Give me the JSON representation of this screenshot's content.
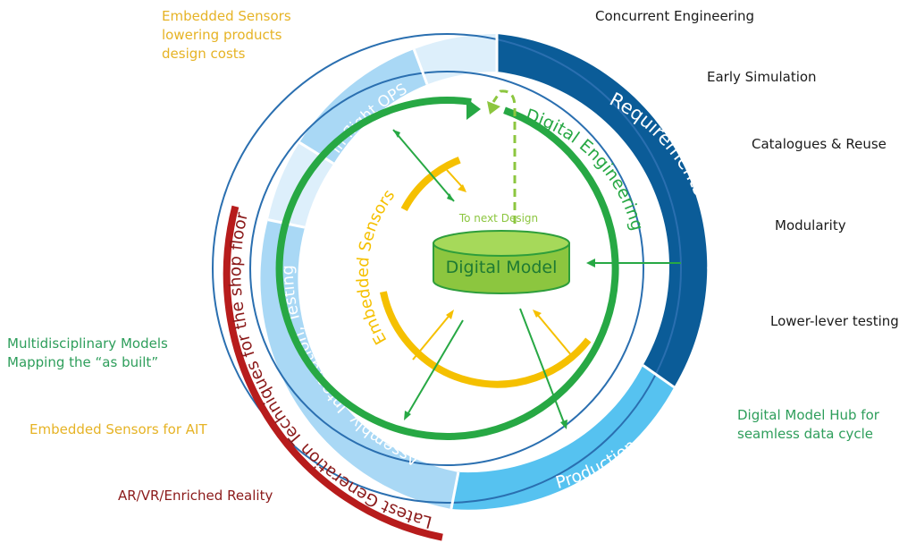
{
  "colors": {
    "dark_blue": "#0b5c98",
    "mid_blue": "#56c2f0",
    "light_blue": "#a9d8f5",
    "pale_blue": "#ddeffb",
    "green": "#27a844",
    "light_green": "#8cc63f",
    "yellow": "#f5c000",
    "dark_red": "#b71c1c"
  },
  "ring": {
    "requirements_design": "Requirements & Design",
    "production": "Production",
    "assembly_integration_testing": "Assembly, Integration, Testing",
    "inflight_ops": "In-flight OPS"
  },
  "inner": {
    "digital_engineering": "Digital Engineering",
    "embedded_sensors": "Embedded Sensors",
    "to_next_design": "To next Design",
    "digital_model": "Digital Model"
  },
  "outer_arc": "Latest Generation Techniques for the shop floor",
  "left_labels": {
    "embedded_costs": [
      "Embedded Sensors",
      "lowering products",
      "design costs"
    ],
    "multidisciplinary": [
      "Multidisciplinary Models",
      "Mapping the “as built”"
    ],
    "embedded_ait": "Embedded Sensors for AIT",
    "ar_vr": "AR/VR/Enriched Reality"
  },
  "right_labels": {
    "concurrent": "Concurrent Engineering",
    "early_simulation": "Early Simulation",
    "catalogues": "Catalogues & Reuse",
    "modularity": "Modularity",
    "lower_testing": "Lower-lever testing",
    "hub": [
      "Digital Model Hub for",
      "seamless data cycle"
    ]
  }
}
